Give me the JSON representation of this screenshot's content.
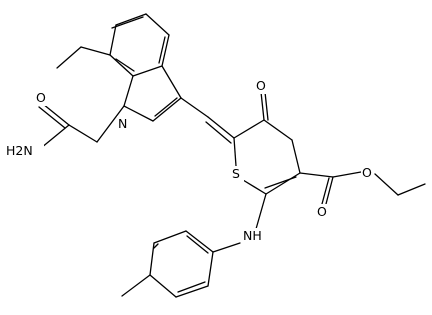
{
  "molecule": {
    "atoms": {
      "amide_n": "H2N",
      "amide_o": "O",
      "indole_n": "N",
      "ketone_o": "O",
      "ring_s": "S",
      "ester_o_carbonyl": "O",
      "ester_o_ether": "O",
      "aniline_n": "NH"
    }
  }
}
